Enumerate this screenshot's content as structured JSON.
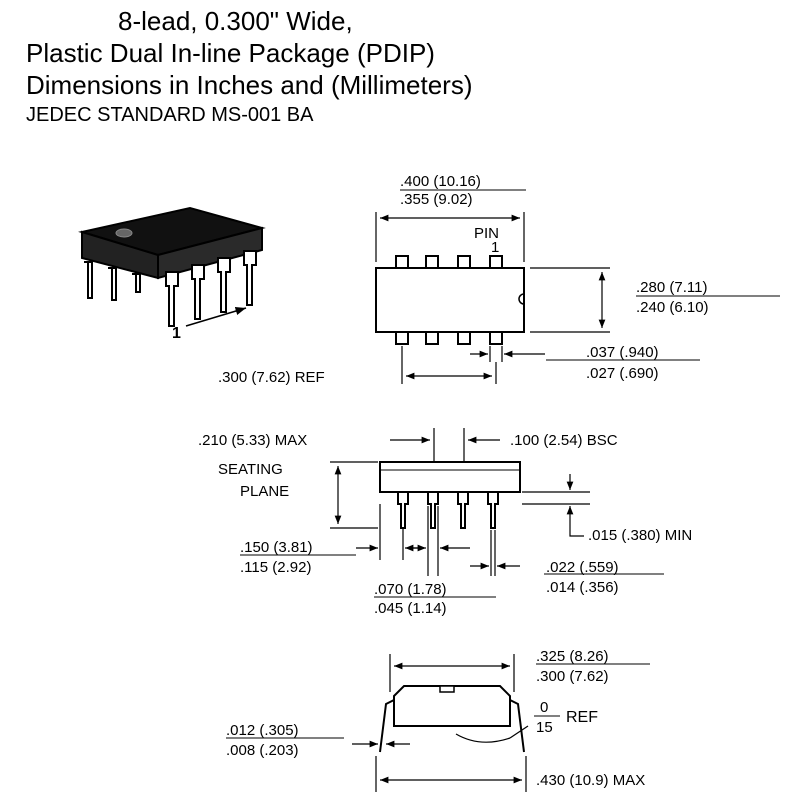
{
  "title": {
    "line1": "8-lead, 0.300\" Wide,",
    "line2": "Plastic Dual In-line Package (PDIP)",
    "line3": "Dimensions in Inches and (Millimeters)",
    "line4": "JEDEC STANDARD MS-001 BA"
  },
  "top_view": {
    "width_max": ".400 (10.16)",
    "width_min": ".355 (9.02)",
    "pin_label": "PIN",
    "pin_number": "1",
    "body_max": ".280 (7.11)",
    "body_min": ".240 (6.10)",
    "pad_max": ".037 (.940)",
    "pad_min": ".027 (.690)",
    "pitch_ref": ".300 (7.62) REF"
  },
  "iso_view": {
    "pin1_label": "1"
  },
  "side_view": {
    "height_max": ".210 (5.33) MAX",
    "pitch_bsc": ".100 (2.54) BSC",
    "seating_1": "SEATING",
    "seating_2": "PLANE",
    "standoff_min": ".015 (.380) MIN",
    "lead_len_max": ".150 (3.81)",
    "lead_len_min": ".115 (2.92)",
    "shoulder_max": ".070 (1.78)",
    "shoulder_min": ".045 (1.14)",
    "lead_w_max": ".022 (.559)",
    "lead_w_min": ".014 (.356)"
  },
  "end_view": {
    "row_max": ".325 (8.26)",
    "row_min": ".300 (7.62)",
    "angle_min": "0",
    "angle_max": "15",
    "angle_ref": "REF",
    "thick_max": ".012 (.305)",
    "thick_min": ".008 (.203)",
    "overall_max": ".430 (10.9) MAX"
  }
}
